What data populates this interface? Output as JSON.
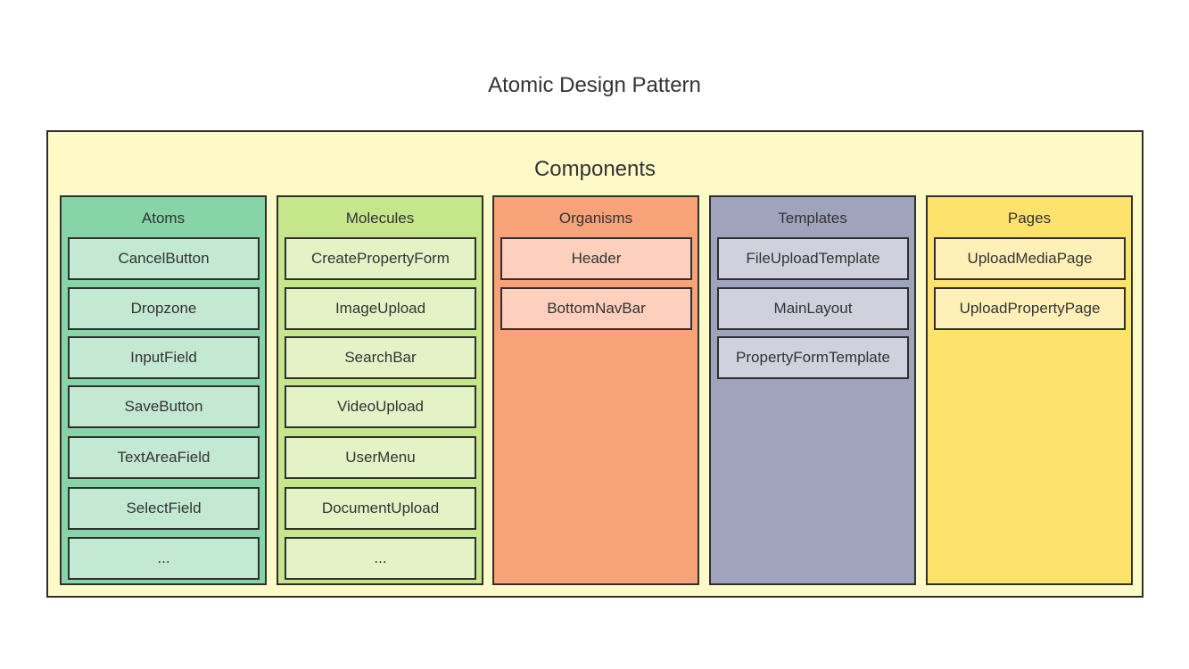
{
  "title": "Atomic Design Pattern",
  "container": {
    "label": "Components",
    "fill": "#fefac8"
  },
  "columns": [
    {
      "title": "Atoms",
      "fill": "#86d4a7",
      "item_fill": "#c3e9d3",
      "items": [
        "CancelButton",
        "Dropzone",
        "InputField",
        "SaveButton",
        "TextAreaField",
        "SelectField",
        "..."
      ]
    },
    {
      "title": "Molecules",
      "fill": "#c6e68b",
      "item_fill": "#e3f3c6",
      "items": [
        "CreatePropertyForm",
        "ImageUpload",
        "SearchBar",
        "VideoUpload",
        "UserMenu",
        "DocumentUpload",
        "..."
      ]
    },
    {
      "title": "Organisms",
      "fill": "#f8a27a",
      "item_fill": "#fdd0bd",
      "items": [
        "Header",
        "BottomNavBar"
      ]
    },
    {
      "title": "Templates",
      "fill": "#a0a3bc",
      "item_fill": "#d0d1dd",
      "items": [
        "FileUploadTemplate",
        "MainLayout",
        "PropertyFormTemplate"
      ]
    },
    {
      "title": "Pages",
      "fill": "#fde26c",
      "item_fill": "#fef0b6",
      "items": [
        "UploadMediaPage",
        "UploadPropertyPage"
      ]
    }
  ]
}
